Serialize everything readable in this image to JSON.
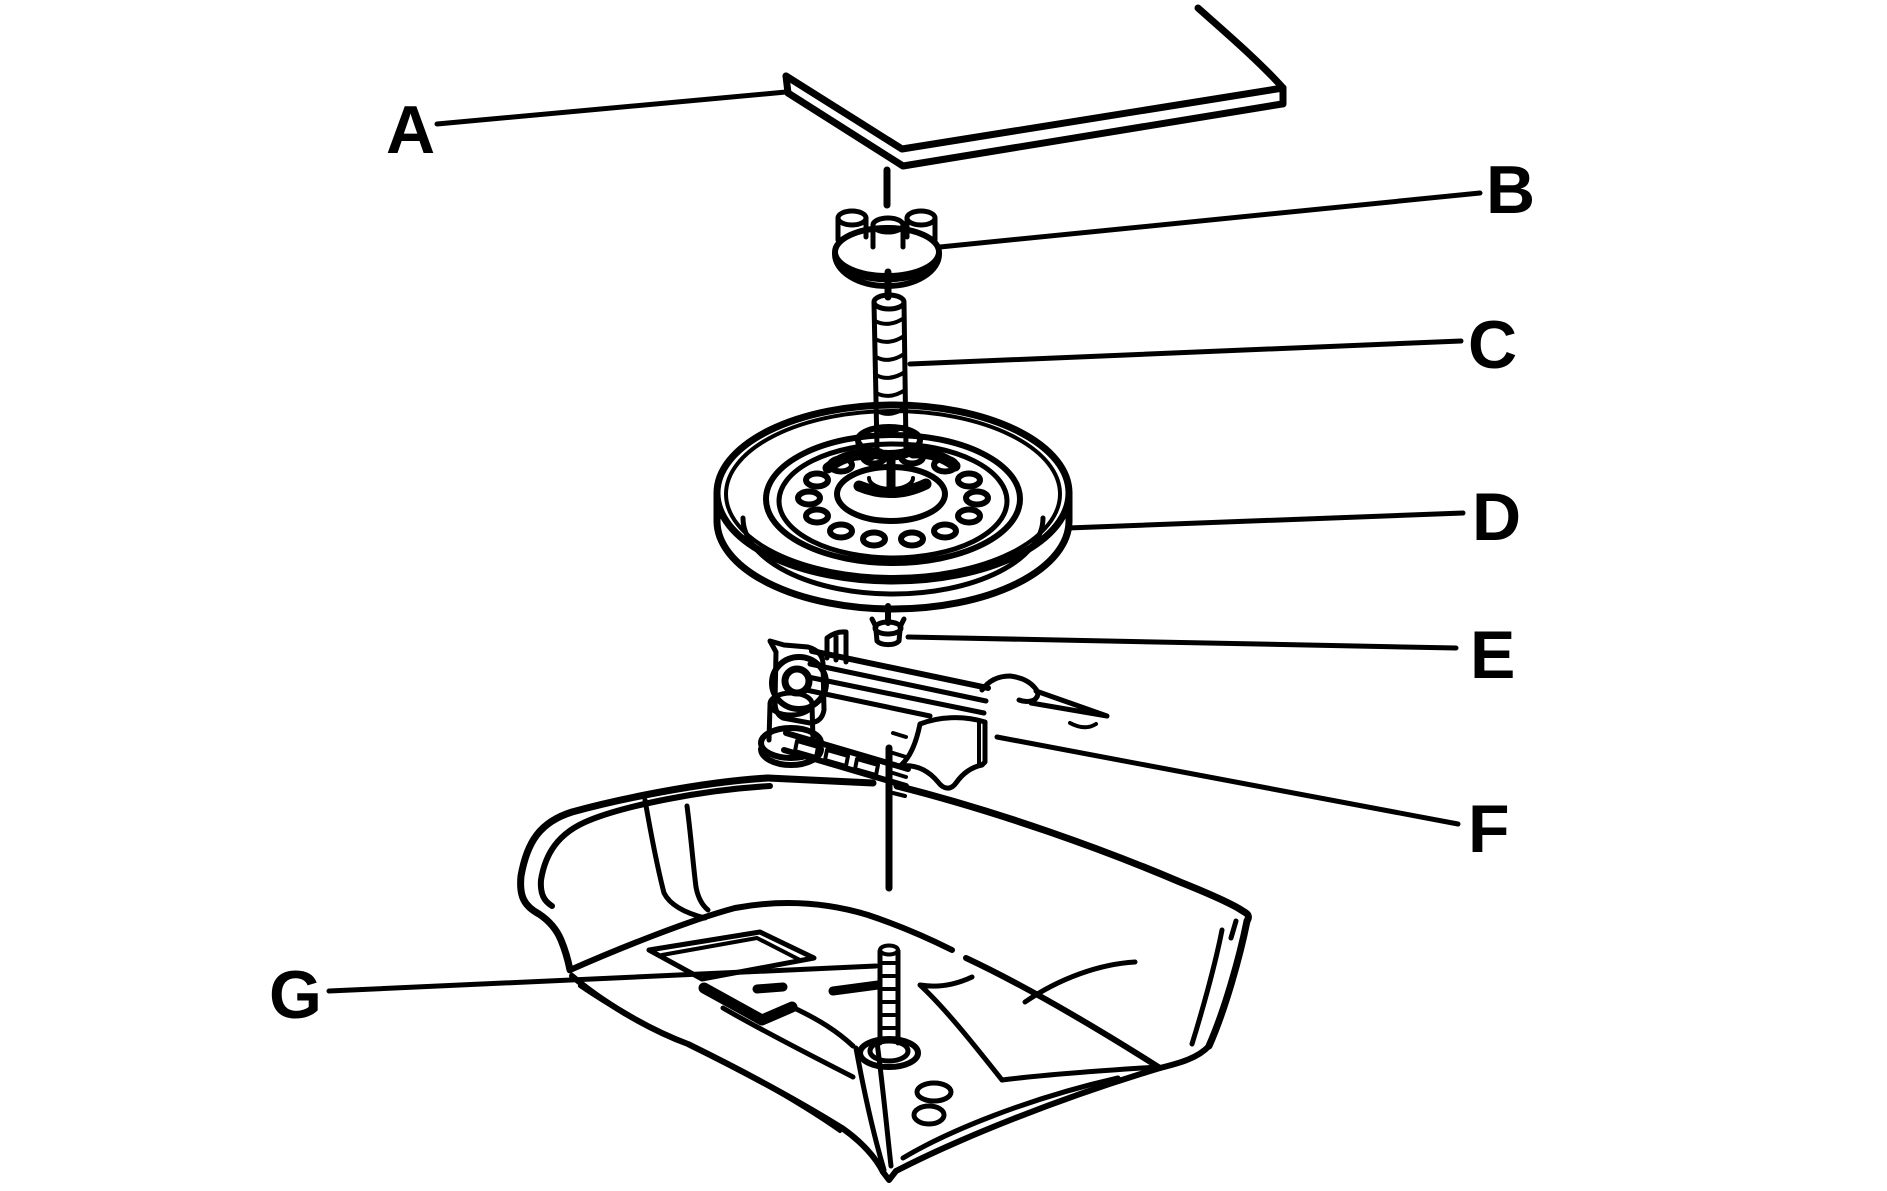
{
  "figure": {
    "type": "exploded-parts-diagram",
    "background_color": "#ffffff",
    "line_color": "#000000",
    "callouts": [
      {
        "letter": "A"
      },
      {
        "letter": "B"
      },
      {
        "letter": "C"
      },
      {
        "letter": "D"
      },
      {
        "letter": "E"
      },
      {
        "letter": "F"
      },
      {
        "letter": "G"
      }
    ]
  }
}
